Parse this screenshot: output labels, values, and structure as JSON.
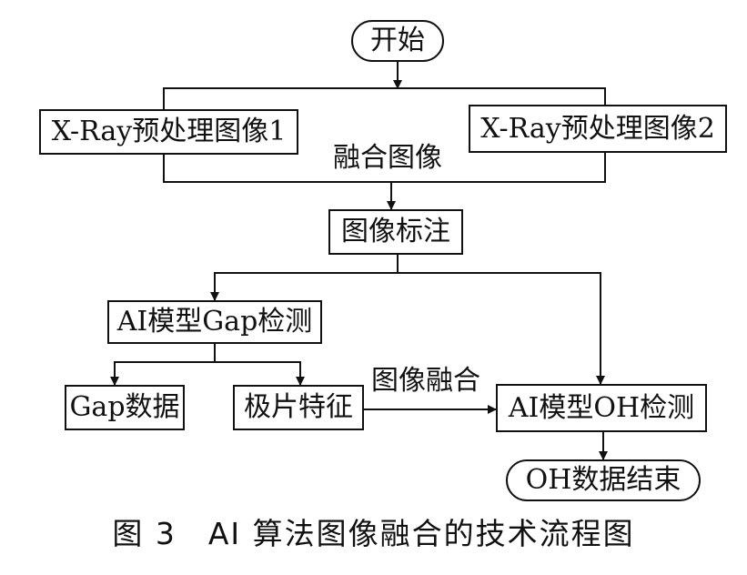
{
  "nodes": {
    "start": "开始",
    "xray1": "X-Ray预处理图像1",
    "xray2": "X-Ray预处理图像2",
    "annotate": "图像标注",
    "gap_detect": "AI模型Gap检测",
    "gap_data": "Gap数据",
    "electrode": "极片特征",
    "oh_detect": "AI模型OH检测",
    "end": "OH数据结束"
  },
  "edge_labels": {
    "fuse_images": "融合图像",
    "image_fusion": "图像融合"
  },
  "caption": "图 3　AI 算法图像融合的技术流程图",
  "colors": {
    "stroke": "#111111",
    "background": "#ffffff"
  }
}
